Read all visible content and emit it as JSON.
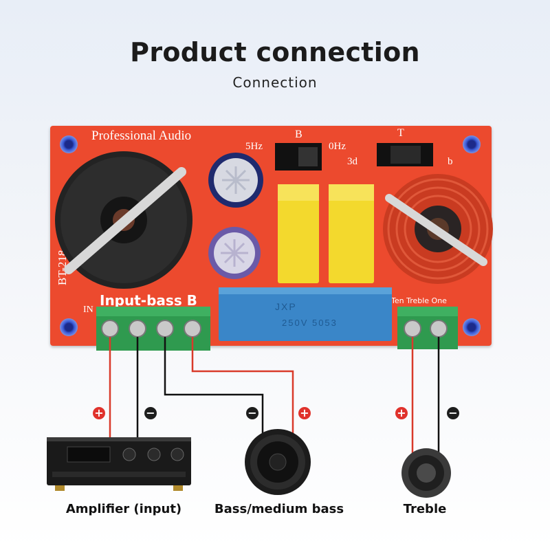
{
  "title": "Product connection",
  "subtitle": "Connection",
  "board": {
    "brand": "Professional Audio",
    "model": "BT-218",
    "in_mark": "IN",
    "input_label": "Input-bass B",
    "treble_label": "Ten Treble One",
    "switch_b_label": "B",
    "switch_t_label": "T",
    "freq_left": "5Hz",
    "freq_right": "0Hz",
    "db_left": "3d",
    "db_right": "b",
    "cap_marking": "250V 5053",
    "cap_brand": "JXP"
  },
  "signs": {
    "plus": "+",
    "minus": "−"
  },
  "devices": {
    "amplifier_label": "Amplifier (input)",
    "bass_label": "Bass/medium bass",
    "treble_label": "Treble"
  },
  "colors": {
    "board": "#ec4a2e",
    "positive_wire": "#d93a2a",
    "negative_wire": "#111111",
    "terminal": "#2f9a4f"
  }
}
